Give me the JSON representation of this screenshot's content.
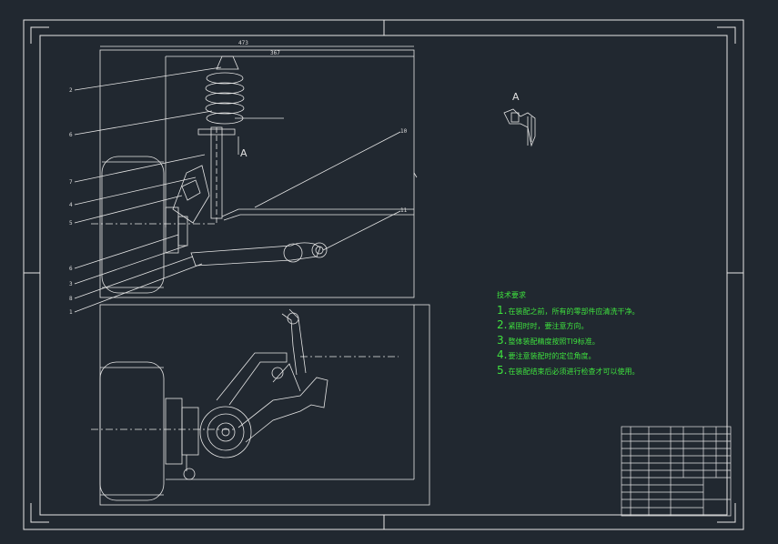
{
  "drawing": {
    "dimension_top_outer": "473",
    "dimension_top_inner": "367",
    "view_label_a": "A",
    "detail_view_label": "A"
  },
  "technical_requirements": {
    "title": "技术要求",
    "items": [
      {
        "num": "1.",
        "text": "在装配之前，所有的零部件应清洗干净。"
      },
      {
        "num": "2.",
        "text": "紧固时时，要注意方向。"
      },
      {
        "num": "3.",
        "text": "整体装配精度按照TI9标准。"
      },
      {
        "num": "4.",
        "text": "要注意装配时的定位角度。"
      },
      {
        "num": "5.",
        "text": "在装配结束后必须进行检查才可以使用。"
      }
    ]
  },
  "balloons": [
    "2",
    "6",
    "7",
    "4",
    "5",
    "6",
    "3",
    "8",
    "1",
    "10",
    "11"
  ],
  "colors": {
    "background": "#212830",
    "lines": "#e6e6e6",
    "notes": "#3ee23e"
  }
}
